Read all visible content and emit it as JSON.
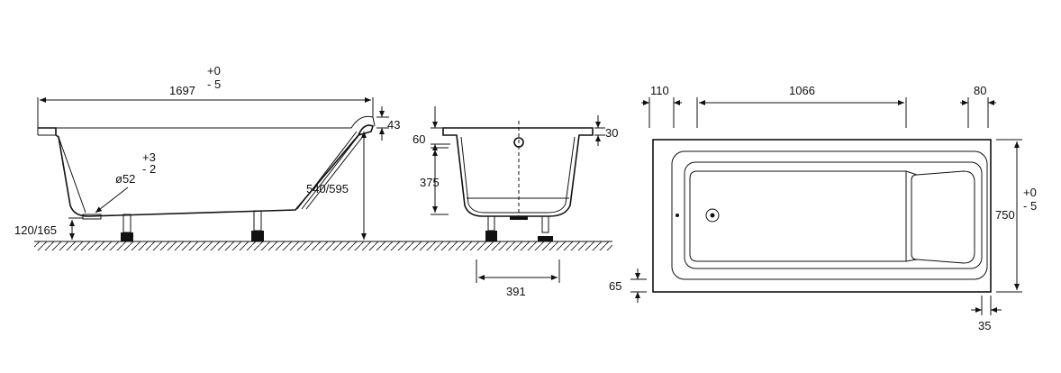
{
  "side_view": {
    "length": "1697",
    "tol_plus": "+0",
    "tol_minus": "- 5",
    "rim_thickness": "43",
    "height": "540/595",
    "waste_plus": "+3",
    "waste_minus": "- 2",
    "waste_diameter": "ø52",
    "waste_height": "120/165"
  },
  "end_view": {
    "rim_depth": "60",
    "rim_thickness": "30",
    "inner_height": "375",
    "leg_spacing": "391"
  },
  "plan_view": {
    "left_offset": "110",
    "inner_length": "1066",
    "right_offset": "80",
    "width": "750",
    "tol_plus": "+0",
    "tol_minus": "- 5",
    "bottom_margin": "65",
    "corner_margin": "35"
  }
}
